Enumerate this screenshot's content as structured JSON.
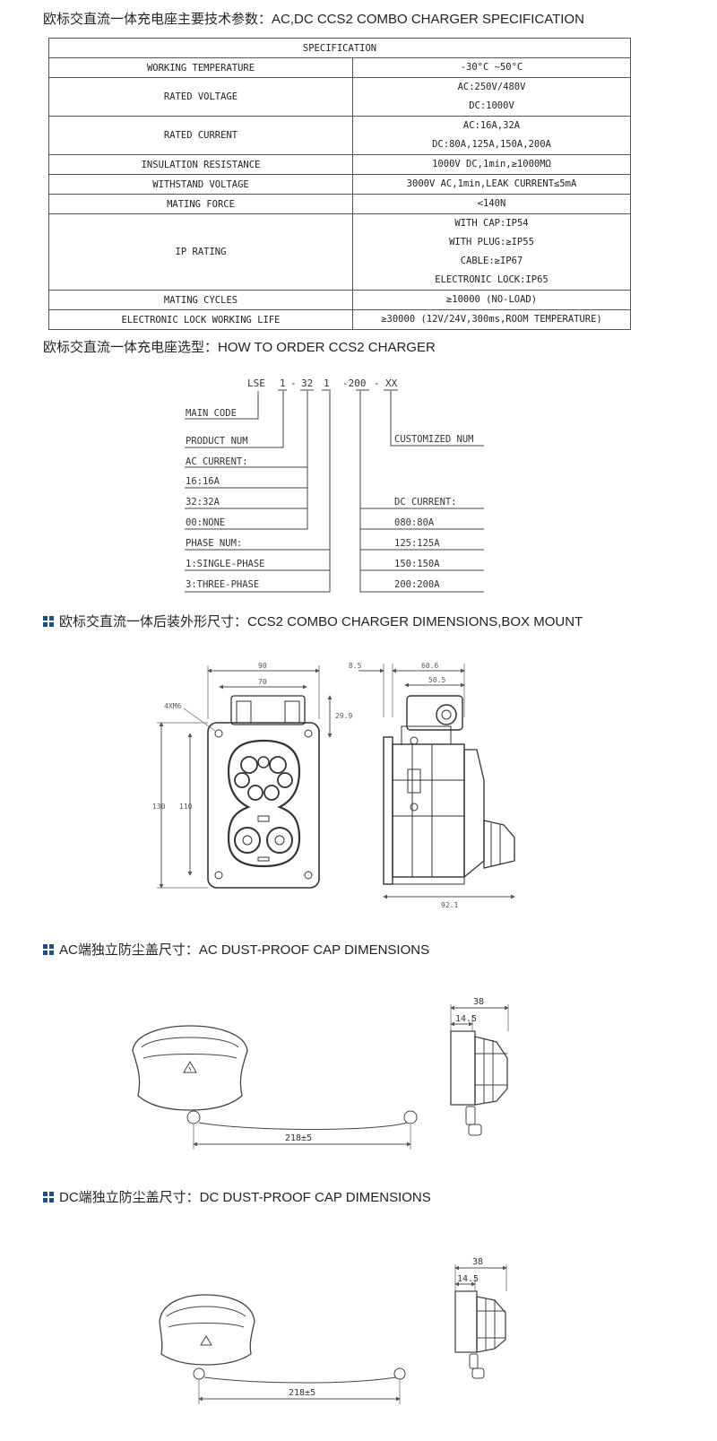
{
  "spec_section": {
    "heading": "欧标交直流一体充电座主要技术参数：AC,DC CCS2 COMBO CHARGER SPECIFICATION",
    "table_header": "SPECIFICATION",
    "rows": [
      {
        "param": "WORKING TEMPERATURE",
        "values": [
          "-30°C ~50°C"
        ]
      },
      {
        "param": "RATED VOLTAGE",
        "values": [
          "AC:250V/480V",
          "DC:1000V"
        ]
      },
      {
        "param": "RATED CURRENT",
        "values": [
          "AC:16A,32A",
          "DC:80A,125A,150A,200A"
        ]
      },
      {
        "param": "INSULATION RESISTANCE",
        "values": [
          "1000V DC,1min,≥1000MΩ"
        ]
      },
      {
        "param": "WITHSTAND VOLTAGE",
        "values": [
          "3000V AC,1min,LEAK CURRENT≤5mA"
        ]
      },
      {
        "param": "MATING FORCE",
        "values": [
          "<140N"
        ]
      },
      {
        "param": "IP RATING",
        "values": [
          "WITH CAP:IP54",
          "WITH PLUG:≥IP55",
          "CABLE:≥IP67",
          "ELECTRONIC LOCK:IP65"
        ]
      },
      {
        "param": "MATING CYCLES",
        "values": [
          "≥10000 (NO-LOAD)"
        ]
      },
      {
        "param": "ELECTRONIC LOCK WORKING LIFE",
        "values": [
          "≥30000 (12V/24V,300ms,ROOM TEMPERATURE)"
        ]
      }
    ]
  },
  "order_section": {
    "heading": "欧标交直流一体充电座选型：HOW TO ORDER CCS2 CHARGER",
    "code_parts": [
      "LSE",
      "1",
      "-",
      "32",
      "1",
      "-200",
      "-",
      "XX"
    ],
    "main_code": "MAIN CODE",
    "product_num": "PRODUCT NUM",
    "customized_num": "CUSTOMIZED NUM",
    "ac_current": {
      "label": "AC CURRENT:",
      "options": [
        "16:16A",
        "32:32A",
        "00:NONE"
      ]
    },
    "phase_num": {
      "label": "PHASE NUM:",
      "options": [
        "1:SINGLE-PHASE",
        "3:THREE-PHASE"
      ]
    },
    "dc_current": {
      "label": "DC CURRENT:",
      "options": [
        "080:80A",
        "125:125A",
        "150:150A",
        "200:200A"
      ]
    }
  },
  "dimensions_section": {
    "heading": "欧标交直流一体后装外形尺寸：CCS2 COMBO CHARGER DIMENSIONS,BOX MOUNT",
    "front": {
      "d_90": "90",
      "d_70": "70",
      "d_29_9": "29.9",
      "d_4xm6": "4XM6",
      "d_130": "130",
      "d_110": "110"
    },
    "side": {
      "d_8_5": "8.5",
      "d_60_6": "60.6",
      "d_50_5": "50.5",
      "d_92_1": "92.1"
    }
  },
  "ac_cap_section": {
    "heading": "AC端独立防尘盖尺寸：AC DUST-PROOF CAP DIMENSIONS",
    "d_38": "38",
    "d_14_5": "14.5",
    "d_218": "218±5"
  },
  "dc_cap_section": {
    "heading": "DC端独立防尘盖尺寸：DC DUST-PROOF CAP DIMENSIONS",
    "d_38": "38",
    "d_14_5": "14.5",
    "d_218": "218±5"
  },
  "colors": {
    "accent_square": "#1d4f86",
    "line": "#555555"
  }
}
